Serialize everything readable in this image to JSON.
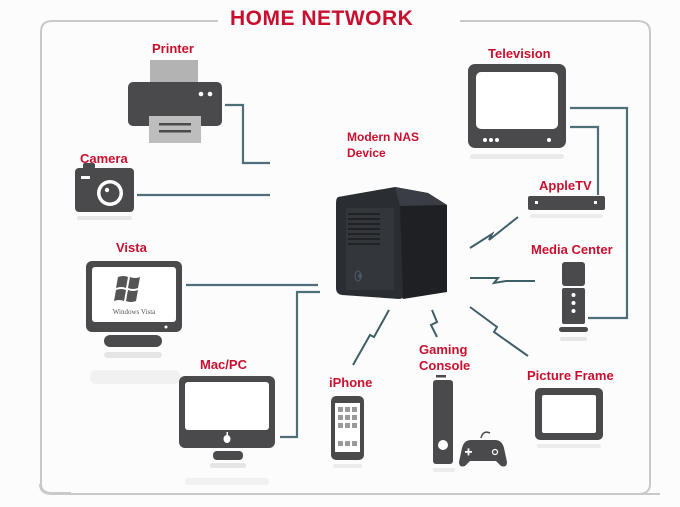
{
  "title": "HOME NETWORK",
  "hub": {
    "label_line1": "Modern NAS",
    "label_line2": "Device",
    "icon": "nas-device-icon"
  },
  "devices": {
    "printer": {
      "label": "Printer",
      "icon": "printer-icon",
      "connection": "wired"
    },
    "camera": {
      "label": "Camera",
      "icon": "camera-icon",
      "connection": "wired"
    },
    "vista": {
      "label": "Vista",
      "icon": "monitor-icon",
      "screen_text": "Windows Vista",
      "connection": "wired"
    },
    "macpc": {
      "label": "Mac/PC",
      "icon": "imac-icon",
      "connection": "wired"
    },
    "iphone": {
      "label": "iPhone",
      "icon": "smartphone-icon",
      "connection": "wireless"
    },
    "gaming": {
      "label_line1": "Gaming",
      "label_line2": "Console",
      "icon": "game-console-icon",
      "connection": "wireless"
    },
    "picture_frame": {
      "label": "Picture Frame",
      "icon": "picture-frame-icon",
      "connection": "wireless"
    },
    "media_center": {
      "label": "Media Center",
      "icon": "media-center-icon",
      "connection": "wireless"
    },
    "appletv": {
      "label": "AppleTV",
      "icon": "appletv-icon",
      "connection": "wireless"
    },
    "television": {
      "label": "Television",
      "icon": "television-icon",
      "connection": "wired"
    }
  },
  "colors": {
    "label": "#c8102e",
    "device": "#4a4a4c",
    "line": "#4f6f78",
    "frame": "#c9c9c9"
  }
}
